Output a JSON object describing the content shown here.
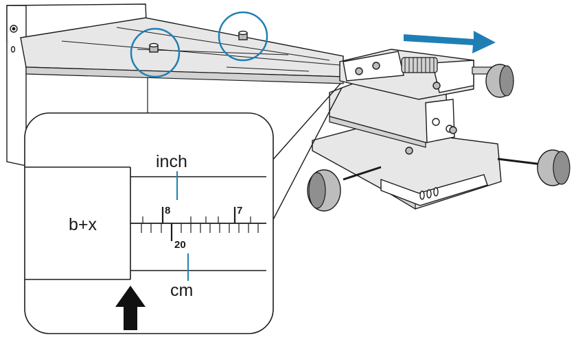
{
  "diagram": {
    "inset": {
      "box_label": "b+x",
      "unit_top": "inch",
      "unit_bottom": "cm",
      "tick_inch_left": "8",
      "tick_inch_right": "7",
      "tick_cm": "20"
    },
    "colors": {
      "callout_circle": "#1f7fb5",
      "arrow_blue": "#1f7fb5",
      "leader_line": "#1f7fb5",
      "ink": "#1a1a1a",
      "metal_light": "#e7e7e7",
      "metal_dark": "#bdbdbd"
    },
    "icons": [
      "movement-arrow-icon",
      "up-arrow-icon",
      "callout-circle-icon"
    ]
  }
}
